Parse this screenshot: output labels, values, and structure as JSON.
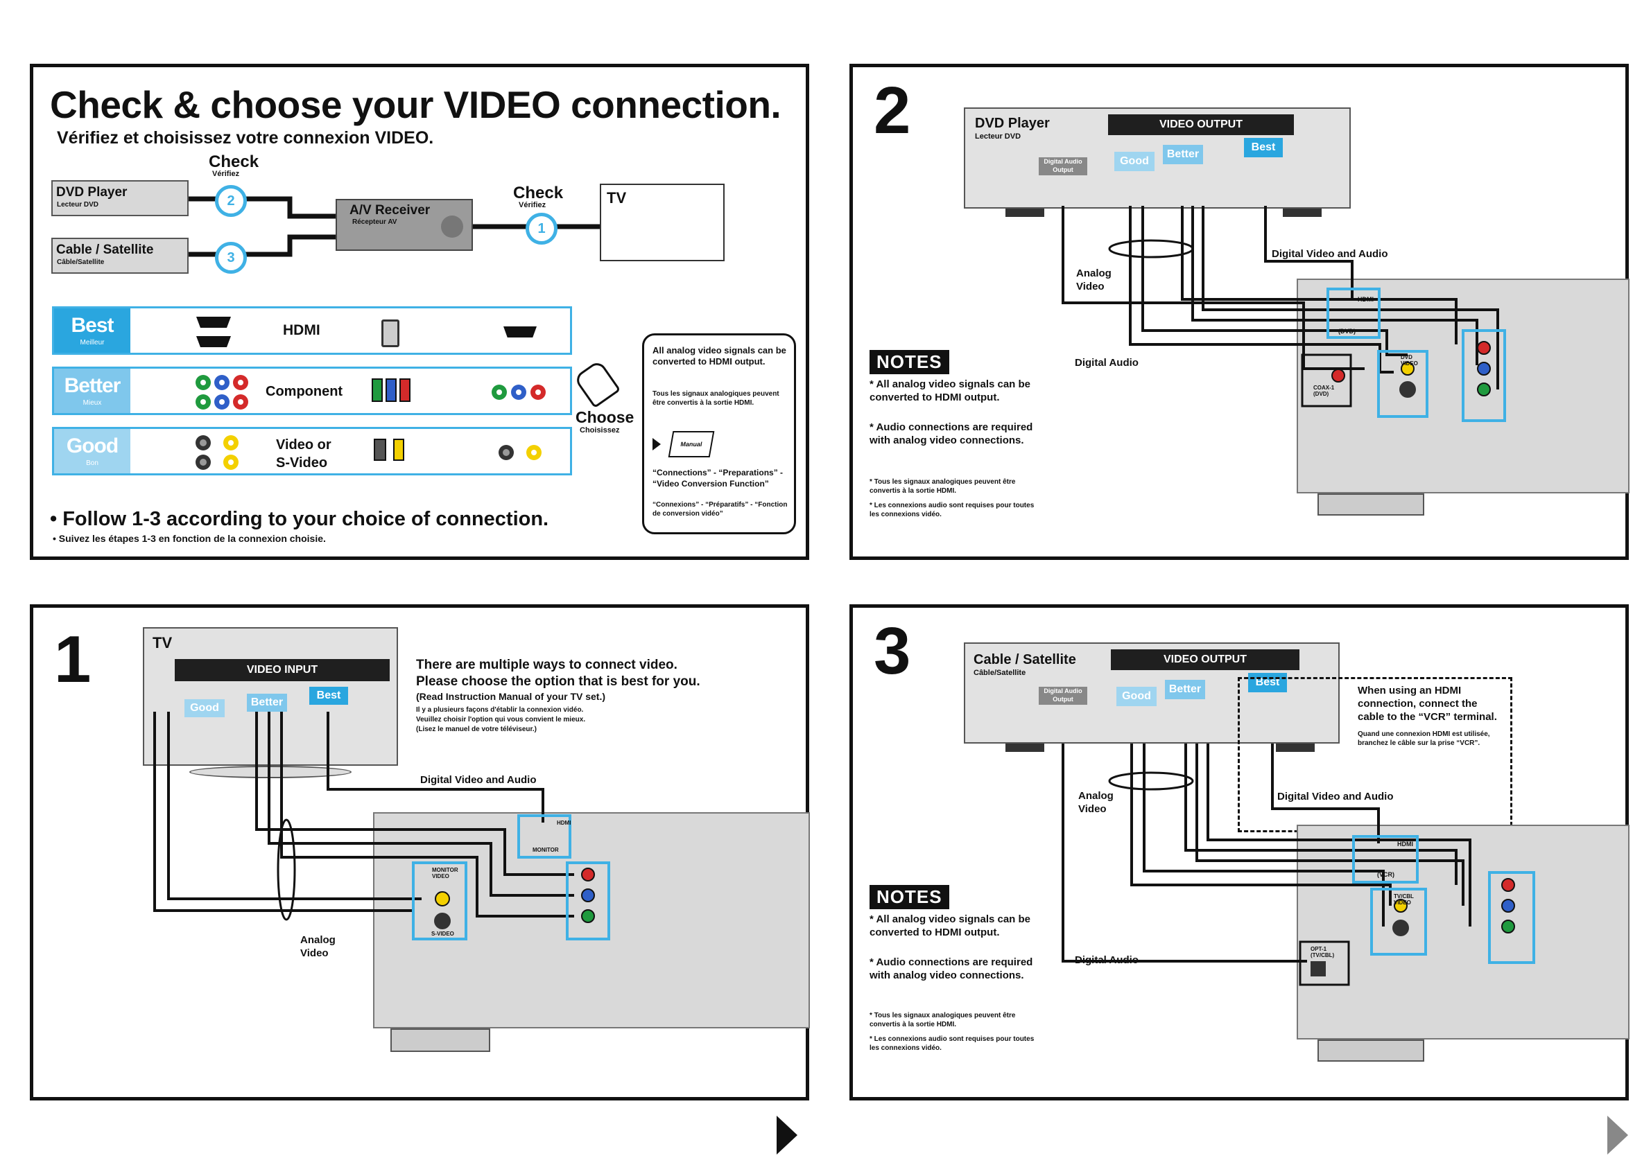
{
  "overview": {
    "title": "Check & choose your VIDEO connection.",
    "subtitle": "Vérifiez et choisissez votre connexion VIDEO.",
    "check_label": "Check",
    "check_sub": "Vérifiez",
    "check2_label": "Check",
    "check2_sub": "Vérifiez",
    "dvd_player": "DVD Player",
    "dvd_player_fr": "Lecteur DVD",
    "cable_satellite": "Cable / Satellite",
    "cable_satellite_fr": "Câble/Satellite",
    "av_receiver": "A/V Receiver",
    "av_receiver_fr": "Récepteur AV",
    "tv": "TV",
    "step_1": "1",
    "step_2": "2",
    "step_3": "3",
    "tiers": [
      {
        "name": "Best",
        "name_fr": "Meilleur",
        "connector": "HDMI"
      },
      {
        "name": "Better",
        "name_fr": "Mieux",
        "connector": "Component"
      },
      {
        "name": "Good",
        "name_fr": "Bon",
        "connector": "Video or S-Video"
      }
    ],
    "choose": "Choose",
    "choose_fr": "Choisissez",
    "manual_note": "All analog video signals can be converted to HDMI output.",
    "manual_note_fr": "Tous les signaux analogiques peuvent être convertis à la sortie HDMI.",
    "manual_label": "Manual",
    "manual_refs": "“Connections” - “Preparations” - “Video Conversion Function”",
    "manual_refs_fr": "“Connexions” - “Préparatifs” - “Fonction de conversion vidéo”",
    "follow": "• Follow 1-3 according to your choice of connection.",
    "follow_fr": "• Suivez les étapes 1-3 en fonction de la connexion choisie."
  },
  "panel2": {
    "number": "2",
    "device": "DVD Player",
    "device_fr": "Lecteur DVD",
    "video_output": "VIDEO OUTPUT",
    "digital_audio_output": "Digital Audio Output",
    "good": "Good",
    "better": "Better",
    "best": "Best",
    "analog_video": "Analog Video",
    "digital_video_audio": "Digital Video and Audio",
    "digital_audio": "Digital Audio",
    "hdmi_in": "HDMI",
    "hdmi_in_sub": "(DVD)",
    "dvd_video": "DVD VIDEO",
    "coax": "COAX-1 (DVD)",
    "notes_title": "NOTES",
    "note1": "* All analog video signals can be converted to HDMI output.",
    "note2": "* Audio connections are required with analog video connections.",
    "note1_fr": "* Tous les signaux analogiques peuvent être convertis à la sortie HDMI.",
    "note2_fr": "* Les connexions audio sont requises pour toutes les connexions vidéo."
  },
  "panel1": {
    "number": "1",
    "device": "TV",
    "video_input": "VIDEO INPUT",
    "good": "Good",
    "better": "Better",
    "best": "Best",
    "intro": "There are multiple ways to connect video.",
    "intro2": "Please choose the option that is best for you.",
    "intro3": "(Read Instruction Manual of your TV set.)",
    "intro_fr": "Il y a plusieurs façons d'établir la connexion vidéo.",
    "intro_fr2": "Veuillez choisir l'option qui vous convient le mieux.",
    "intro_fr3": "(Lisez le manuel de votre téléviseur.)",
    "digital_video_audio": "Digital Video and Audio",
    "analog_video": "Analog Video",
    "hdmi_out": "HDMI",
    "monitor": "MONITOR",
    "monitor_video": "MONITOR VIDEO",
    "s_video": "S-VIDEO"
  },
  "panel3": {
    "number": "3",
    "device": "Cable / Satellite",
    "device_fr": "Câble/Satellite",
    "video_output": "VIDEO OUTPUT",
    "digital_audio_output": "Digital Audio Output",
    "good": "Good",
    "better": "Better",
    "best": "Best",
    "hdmi_note": "When using an HDMI connection, connect the cable to the “VCR” terminal.",
    "hdmi_note_fr": "Quand une connexion HDMI est utilisée, branchez le câble sur la prise “VCR”.",
    "analog_video": "Analog Video",
    "digital_video_audio": "Digital Video and Audio",
    "digital_audio": "Digital Audio",
    "hdmi_in": "HDMI",
    "hdmi_in_sub": "(VCR)",
    "tvcbl_video": "TV/CBL VIDEO",
    "opt": "OPT-1 (TV/CBL)",
    "notes_title": "NOTES",
    "note1": "* All analog video signals can be converted to HDMI output.",
    "note2": "* Audio connections are required with analog video connections.",
    "note1_fr": "* Tous les signaux analogiques peuvent être convertis à la sortie HDMI.",
    "note2_fr": "* Les connexions audio sont requises pour toutes les connexions vidéo."
  },
  "colors": {
    "accent": "#3fb1e5",
    "best": "#2aa6df",
    "better": "#7fc7ec",
    "good": "#9fd5f0",
    "red": "#d42a2a",
    "green": "#1f9a3e",
    "blue": "#2f5fc8",
    "yellow": "#f3d000"
  }
}
